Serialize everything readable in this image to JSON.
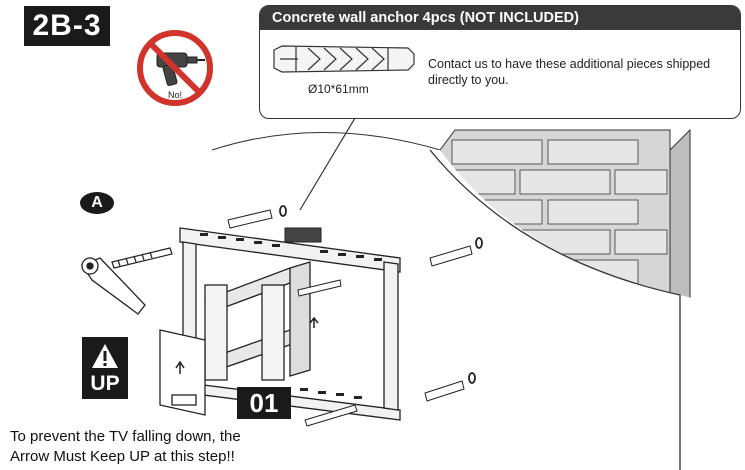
{
  "step": {
    "label": "2B-3"
  },
  "callout": {
    "title": "Concrete wall anchor 4pcs (NOT INCLUDED)",
    "anchor_size": "Ø10*61mm",
    "contact_text": "Contact us  to have these additional pieces shipped directly to you."
  },
  "no_drill": {
    "label": "No!"
  },
  "tool_badge": {
    "label": "A"
  },
  "up_warning": {
    "label": "UP"
  },
  "part_number": {
    "label": "01"
  },
  "warning": {
    "line1": "To prevent the TV falling down, the",
    "line2": "Arrow Must Keep UP at this step!!"
  }
}
